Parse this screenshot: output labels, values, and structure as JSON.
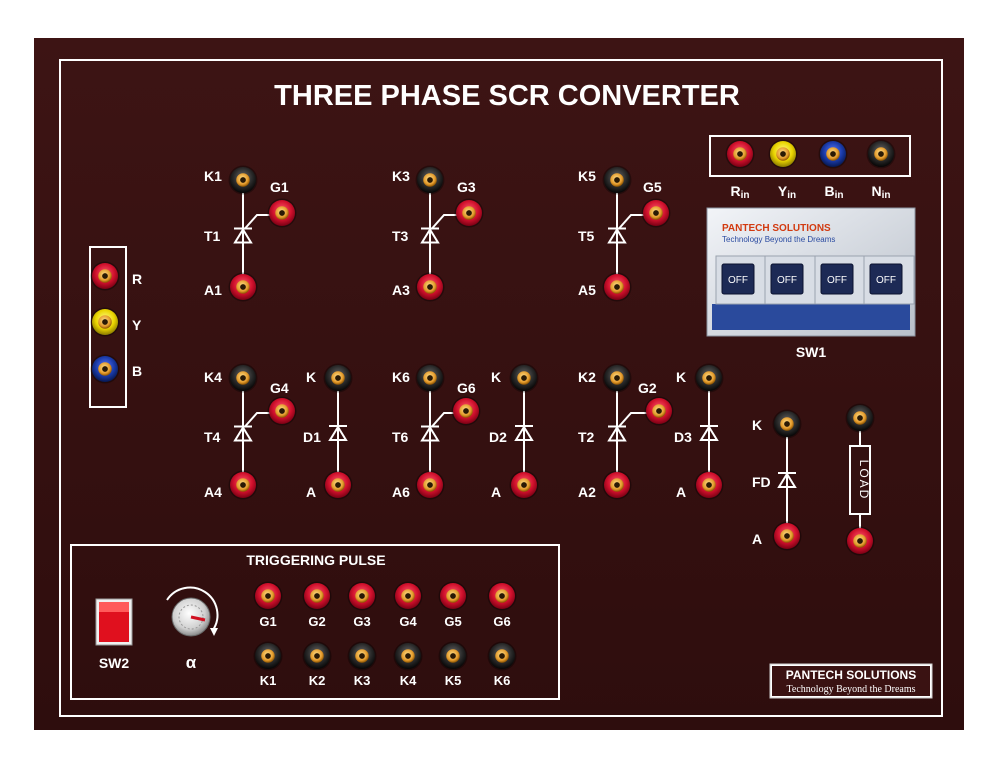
{
  "panel": {
    "title": "THREE PHASE SCR CONVERTER",
    "board_color": "#3a1212"
  },
  "input_phases": [
    "R",
    "Y",
    "B"
  ],
  "supply_terminals": {
    "r": "R",
    "r_sub": "in",
    "y": "Y",
    "y_sub": "in",
    "b": "B",
    "b_sub": "in",
    "n": "N",
    "n_sub": "in"
  },
  "thyristors": {
    "t1": {
      "name": "T1",
      "cathode": "K1",
      "gate": "G1",
      "anode": "A1"
    },
    "t3": {
      "name": "T3",
      "cathode": "K3",
      "gate": "G3",
      "anode": "A3"
    },
    "t5": {
      "name": "T5",
      "cathode": "K5",
      "gate": "G5",
      "anode": "A5"
    },
    "t4": {
      "name": "T4",
      "cathode": "K4",
      "gate": "G4",
      "anode": "A4"
    },
    "t6": {
      "name": "T6",
      "cathode": "K6",
      "gate": "G6",
      "anode": "A6"
    },
    "t2": {
      "name": "T2",
      "cathode": "K2",
      "gate": "G2",
      "anode": "A2"
    }
  },
  "diodes": {
    "d1": {
      "name": "D1",
      "cathode": "K",
      "anode": "A"
    },
    "d2": {
      "name": "D2",
      "cathode": "K",
      "anode": "A"
    },
    "d3": {
      "name": "D3",
      "cathode": "K",
      "anode": "A"
    },
    "fd": {
      "name": "FD",
      "cathode": "K",
      "anode": "A"
    }
  },
  "load": {
    "label": "LOAD"
  },
  "breaker": {
    "name": "SW1",
    "brand": "PANTECH SOLUTIONS",
    "tagline": "Technology Beyond the Dreams",
    "switches": [
      "OFF",
      "OFF",
      "OFF",
      "OFF"
    ]
  },
  "triggering": {
    "title": "TRIGGERING PULSE",
    "switch_label": "SW2",
    "knob_label": "α",
    "gates": [
      "G1",
      "G2",
      "G3",
      "G4",
      "G5",
      "G6"
    ],
    "cathodes": [
      "K1",
      "K2",
      "K3",
      "K4",
      "K5",
      "K6"
    ]
  },
  "branding": {
    "name": "PANTECH SOLUTIONS",
    "tagline": "Technology Beyond the Dreams"
  },
  "colors": {
    "red": "#c8102e",
    "yellow": "#e8d800",
    "blue": "#1a3aa8",
    "black": "#1a1a1a",
    "brass": "#e39a2b"
  }
}
